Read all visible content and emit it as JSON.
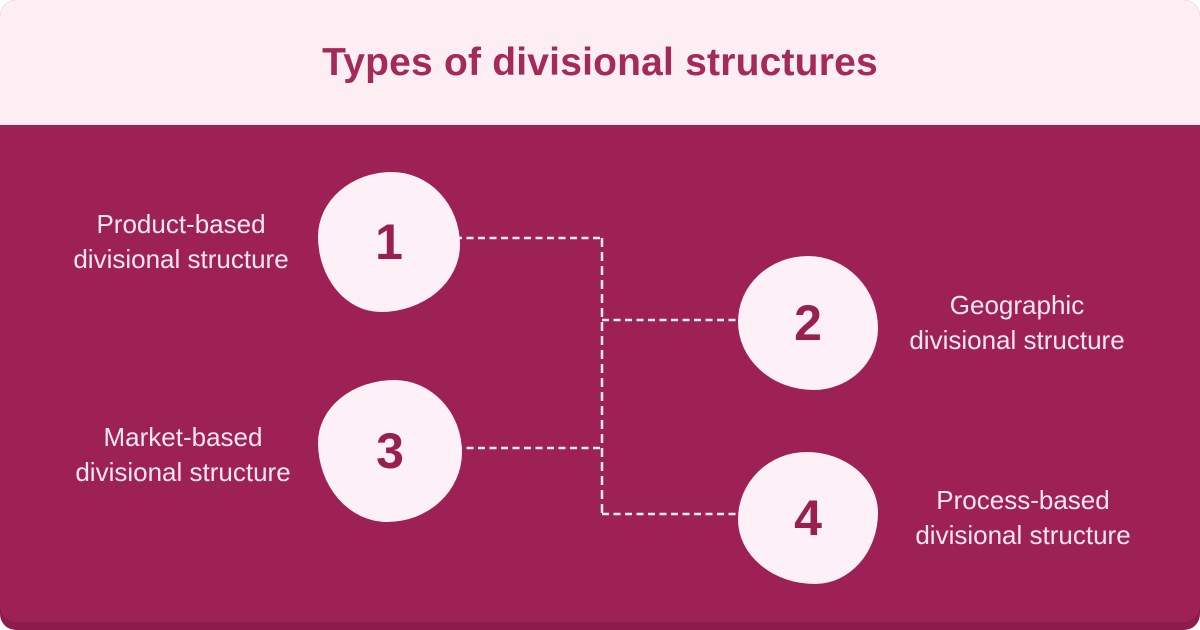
{
  "page": {
    "title": "Types of divisional structures"
  },
  "colors": {
    "header_background": "#FDEEF4",
    "panel_background": "#9E2155",
    "bottom_strip": "#8C1D4A",
    "blob_fill": "#FDF1F7",
    "title_text": "#A42A5A",
    "number_text": "#97204F",
    "label_text": "#F9E6EF",
    "connector_line": "#F8ECF2"
  },
  "nodes": [
    {
      "number": "1",
      "label_line1": "Product-based",
      "label_line2": "divisional structure"
    },
    {
      "number": "2",
      "label_line1": "Geographic",
      "label_line2": "divisional structure"
    },
    {
      "number": "3",
      "label_line1": "Market-based",
      "label_line2": "divisional structure"
    },
    {
      "number": "4",
      "label_line1": "Process-based",
      "label_line2": "divisional structure"
    }
  ]
}
